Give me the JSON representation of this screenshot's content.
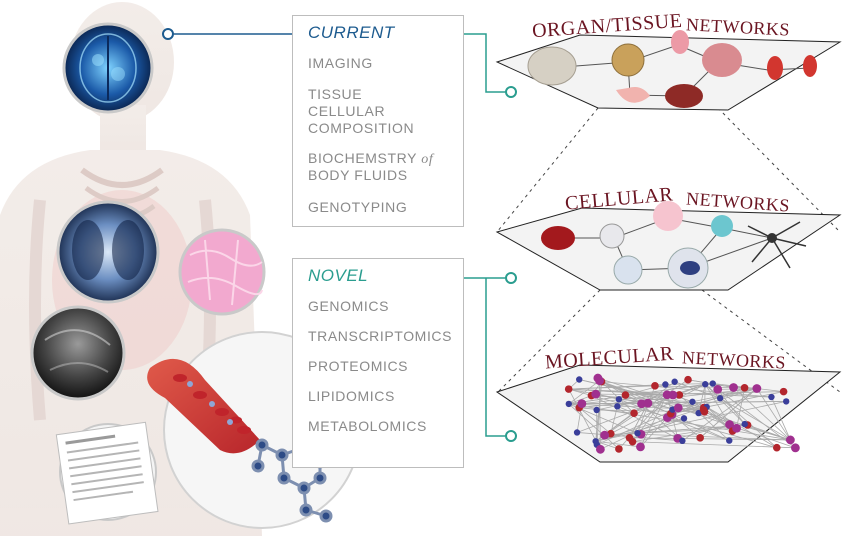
{
  "current": {
    "title": "CURRENT",
    "items": [
      "IMAGING",
      "TISSUE",
      "CELLULAR",
      "COMPOSITION",
      "BIOCHEMSTRY",
      "of",
      "BODY FLUIDS",
      "GENOTYPING"
    ]
  },
  "novel": {
    "title": "NOVEL",
    "items": [
      "GENOMICS",
      "TRANSCRIPTOMICS",
      "PROTEOMICS",
      "LIPIDOMICS",
      "METABOLOMICS"
    ]
  },
  "layers": {
    "organ": {
      "left": "ORGAN/TISSUE",
      "right": "NETWORKS"
    },
    "cellular": {
      "left": "CELLULAR",
      "right": "NETWORKS"
    },
    "molecular": {
      "left": "MOLECULAR",
      "right": "NETWORKS"
    }
  },
  "colors": {
    "current_blue": "#1d5b8f",
    "novel_teal": "#2a9d8f",
    "layer_title": "#6b1522",
    "node_blue": "#3a3e9a",
    "node_red": "#b3262d",
    "node_magenta": "#a0308f"
  }
}
